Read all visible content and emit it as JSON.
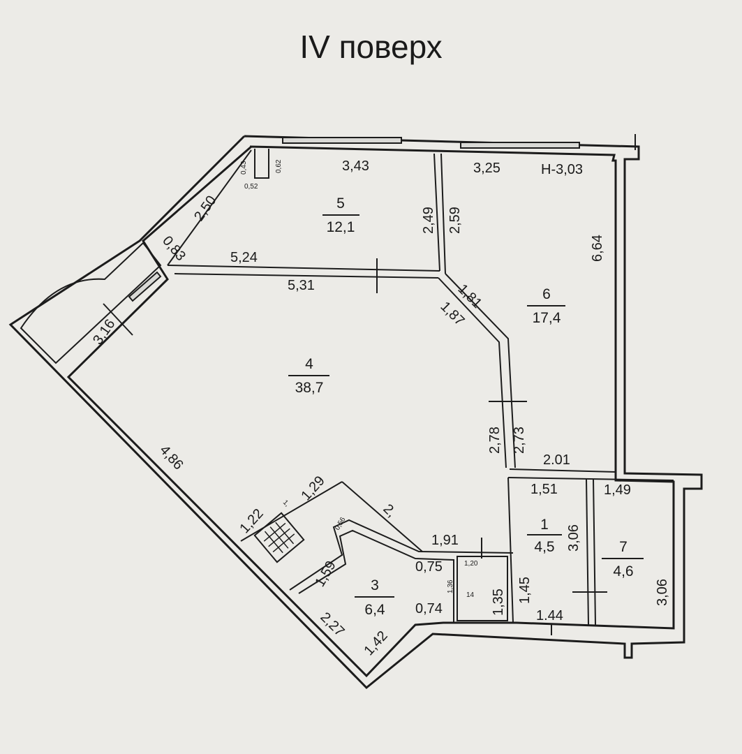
{
  "title": "IV поверх",
  "rooms": [
    {
      "number": "1",
      "area": "4,5"
    },
    {
      "number": "3",
      "area": "6,4"
    },
    {
      "number": "4",
      "area": "38,7"
    },
    {
      "number": "5",
      "area": "12,1"
    },
    {
      "number": "6",
      "area": "17,4"
    },
    {
      "number": "7",
      "area": "4,6"
    }
  ],
  "dimensions": {
    "d343": "3,43",
    "d325": "3,25",
    "height": "Н-3,03",
    "d664": "6,64",
    "d249": "2,49",
    "d259": "2,59",
    "d250": "2,50",
    "d083": "0,83",
    "d524": "5,24",
    "d531": "5,31",
    "d181": "1,81",
    "d187": "1,87",
    "d316": "3,16",
    "d486": "4,86",
    "d278": "2,78",
    "d273": "2,73",
    "d201": "2.01",
    "d151": "1,51",
    "d149": "1,49",
    "d306a": "3,06",
    "d306b": "3,06",
    "d145": "1,45",
    "d144": "1.44",
    "d135": "1,35",
    "d191": "1,91",
    "d075": "0,75",
    "d074": "0,74",
    "d159": "1,59",
    "d227": "2,27",
    "d142": "1,42",
    "d122": "1,22",
    "d129": "1,29",
    "d2x": "2,",
    "d062": "0,62",
    "d052": "0,52",
    "d043": "0,43",
    "d056": "0,56",
    "d1x": "1,",
    "d120": "1,20",
    "d14": "14",
    "d136": "1,36"
  }
}
